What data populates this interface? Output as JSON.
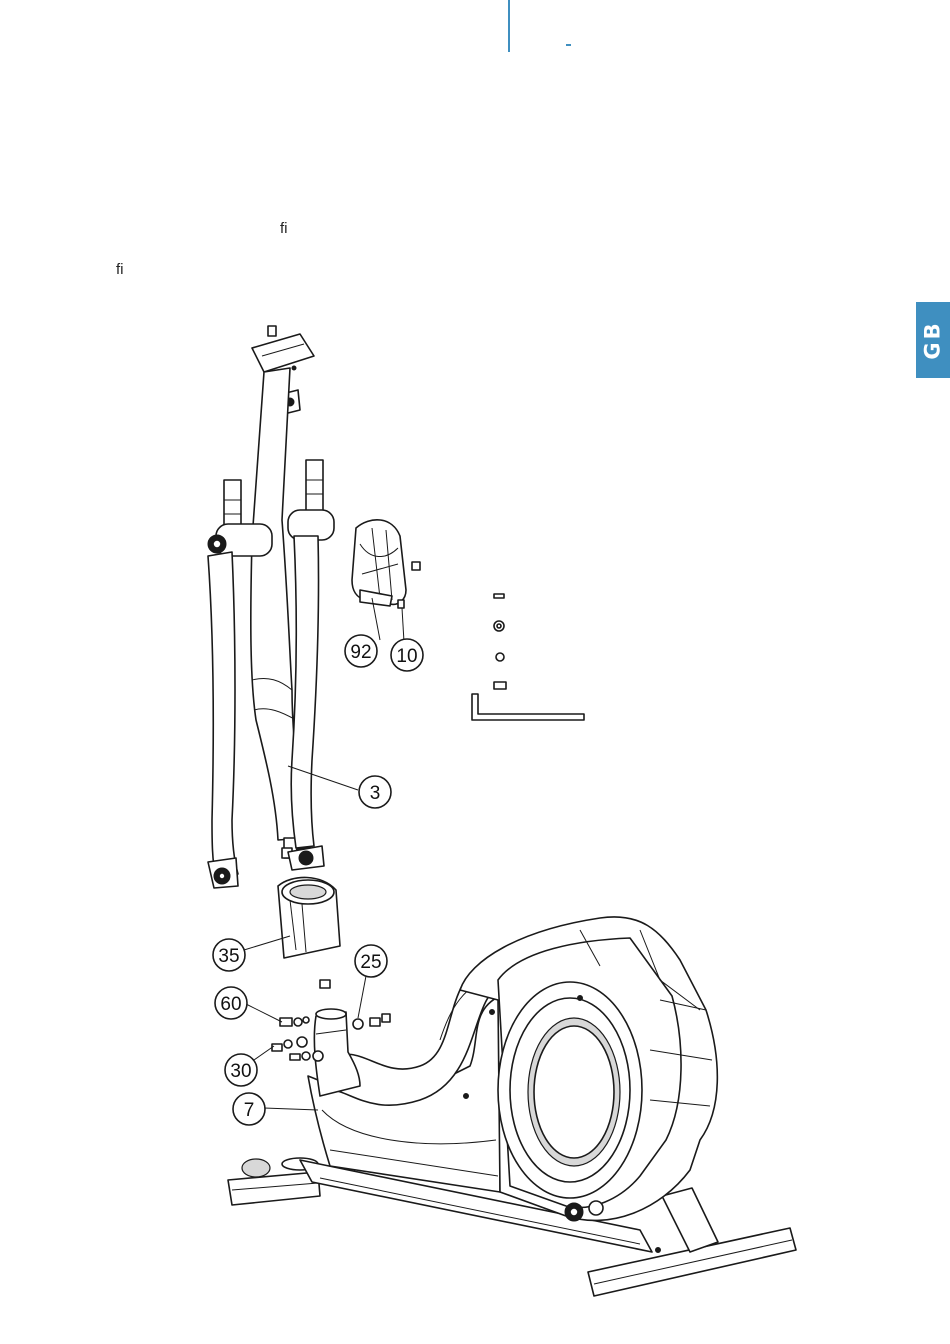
{
  "ligatures": [
    "ﬁ",
    "ﬁ"
  ],
  "language_tab": {
    "label": "GB",
    "color": "#3f8fc0"
  },
  "callouts": [
    "92",
    "10",
    "3",
    "35",
    "25",
    "60",
    "30",
    "7"
  ]
}
